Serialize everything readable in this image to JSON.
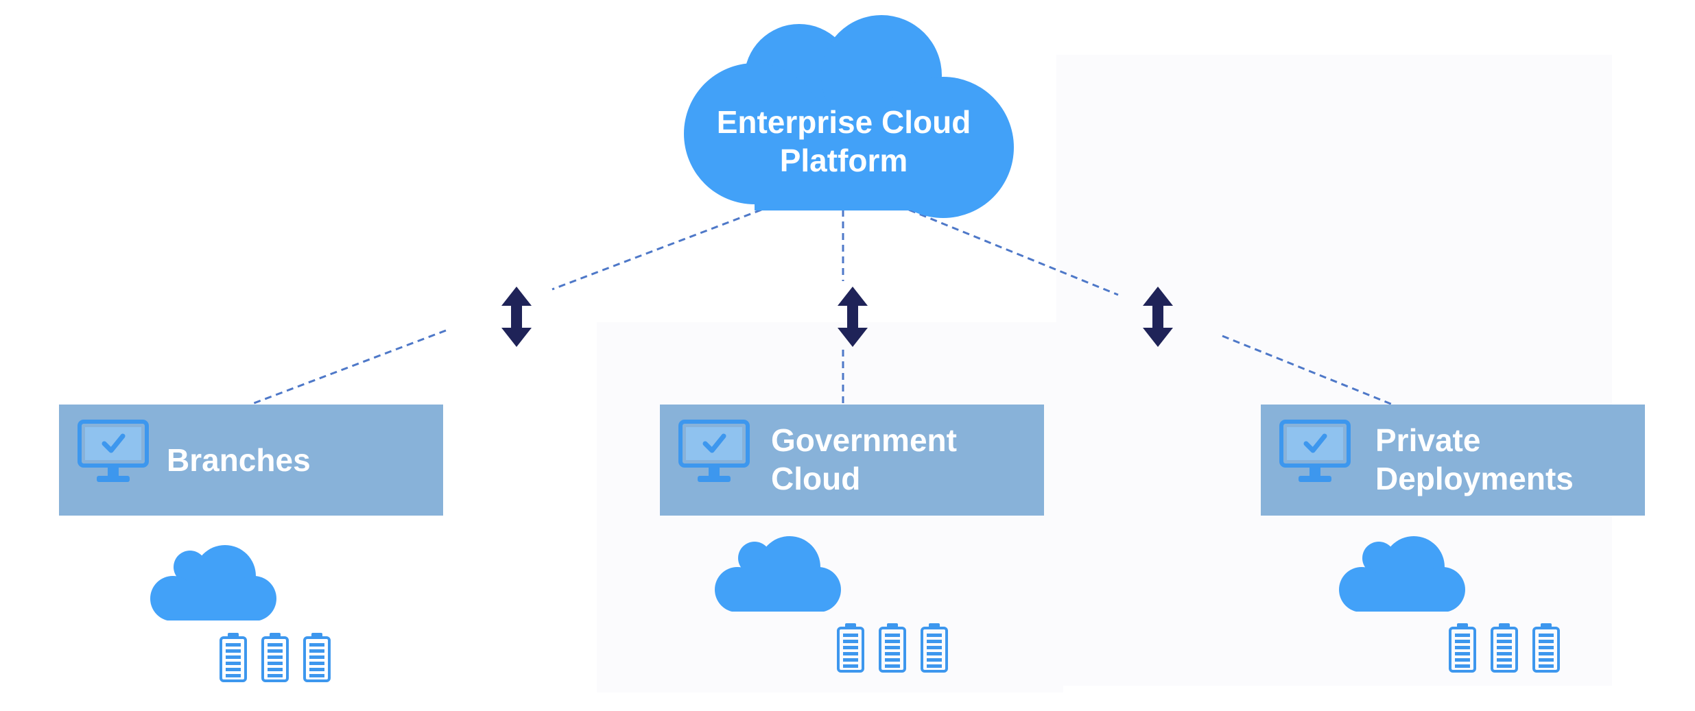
{
  "hub": {
    "label_line1": "Enterprise Cloud",
    "label_line2": "Platform",
    "icon": "cloud-icon"
  },
  "nodes": [
    {
      "id": "branches",
      "label_line1": "Branches",
      "label_line2": "",
      "icon": "monitor-check-icon"
    },
    {
      "id": "government",
      "label_line1": "Government",
      "label_line2": "Cloud",
      "icon": "monitor-check-icon"
    },
    {
      "id": "private",
      "label_line1": "Private",
      "label_line2": "Deployments",
      "icon": "monitor-check-icon"
    }
  ],
  "connectors": {
    "style": "dashed",
    "arrow_icon": "bidirectional-arrow-icon"
  },
  "colors": {
    "cloud": "#42a1f8",
    "box": "#88b2d9",
    "arrow": "#1f2358",
    "dashed_line": "#4e78c8",
    "monitor": "#3d97ee",
    "battery": "#3d97ee"
  }
}
